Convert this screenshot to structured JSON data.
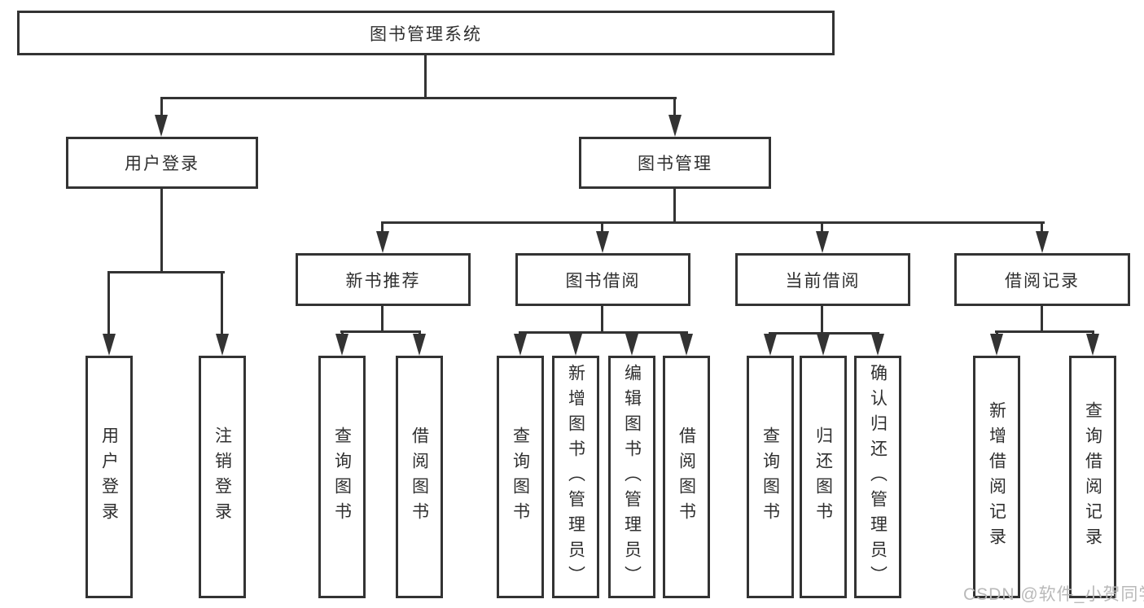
{
  "diagram": {
    "root": {
      "label": "图书管理系统"
    },
    "user_login": {
      "label": "用户登录",
      "children": [
        {
          "label": "用户登录"
        },
        {
          "label": "注销登录"
        }
      ]
    },
    "book_mgmt": {
      "label": "图书管理",
      "sections": [
        {
          "label": "新书推荐",
          "children": [
            {
              "label": "查询图书"
            },
            {
              "label": "借阅图书"
            }
          ]
        },
        {
          "label": "图书借阅",
          "children": [
            {
              "label": "查询图书"
            },
            {
              "label": "新增图书（管理员）"
            },
            {
              "label": "编辑图书（管理员）"
            },
            {
              "label": "借阅图书"
            }
          ]
        },
        {
          "label": "当前借阅",
          "children": [
            {
              "label": "查询图书"
            },
            {
              "label": "归还图书"
            },
            {
              "label": "确认归还（管理员）"
            }
          ]
        },
        {
          "label": "借阅记录",
          "children": [
            {
              "label": "新增借阅记录"
            },
            {
              "label": "查询借阅记录"
            }
          ]
        }
      ]
    }
  },
  "watermark": {
    "text": "CSDN @软件_小贺同学"
  },
  "colors": {
    "line": "#333333",
    "box_bg": "#ffffff",
    "watermark": "#b9b9b9"
  }
}
